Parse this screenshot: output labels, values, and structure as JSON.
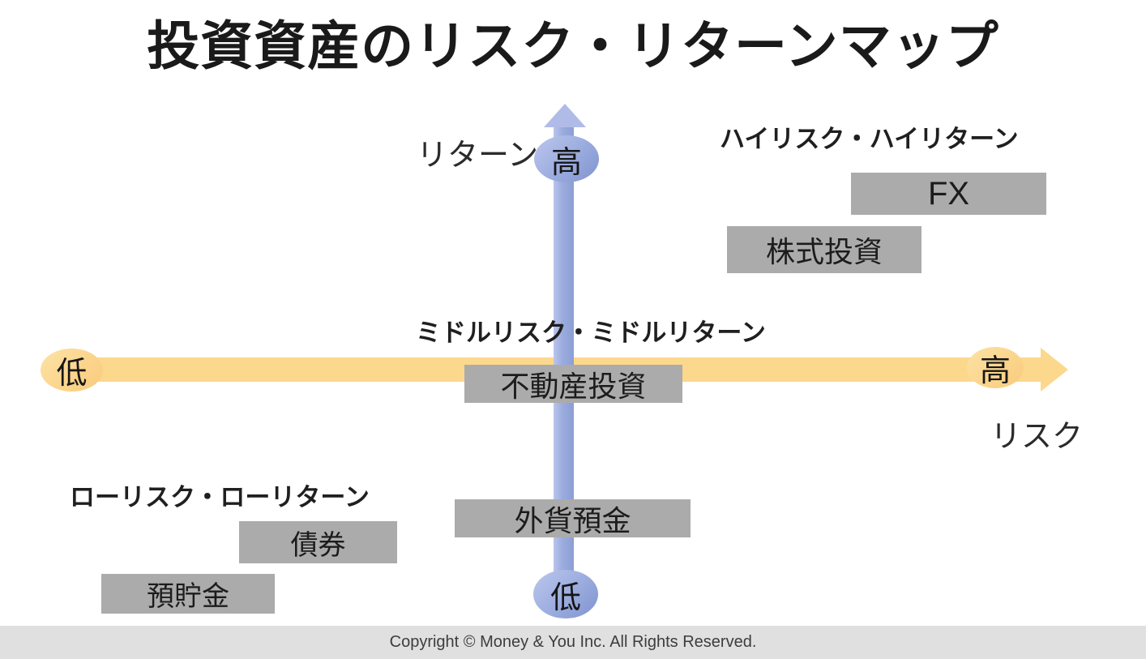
{
  "title": "投資資産のリスク・リターンマップ",
  "axes": {
    "vertical": {
      "label": "リターン",
      "high_label": "高",
      "low_label": "低",
      "color": "#9AABDE"
    },
    "horizontal": {
      "label": "リスク",
      "high_label": "高",
      "low_label": "低",
      "color": "#FCD88C"
    }
  },
  "quadrant_labels": {
    "high": "ハイリスク・ハイリターン",
    "middle": "ミドルリスク・ミドルリターン",
    "low": "ローリスク・ローリターン"
  },
  "assets": [
    {
      "label": "FX",
      "risk": "high",
      "return": "high"
    },
    {
      "label": "株式投資",
      "risk": "high",
      "return": "high"
    },
    {
      "label": "不動産投資",
      "risk": "middle",
      "return": "middle"
    },
    {
      "label": "外貨預金",
      "risk": "middle",
      "return": "low-middle"
    },
    {
      "label": "債券",
      "risk": "low",
      "return": "low"
    },
    {
      "label": "預貯金",
      "risk": "low",
      "return": "low"
    }
  ],
  "footer": {
    "copyright": "Copyright © Money & You Inc. All Rights Reserved."
  },
  "colors": {
    "asset_box": "#ABABAB",
    "vertical_axis": "#9AABDE",
    "horizontal_axis": "#FCD88C",
    "footer_band": "#E0E0E0"
  }
}
